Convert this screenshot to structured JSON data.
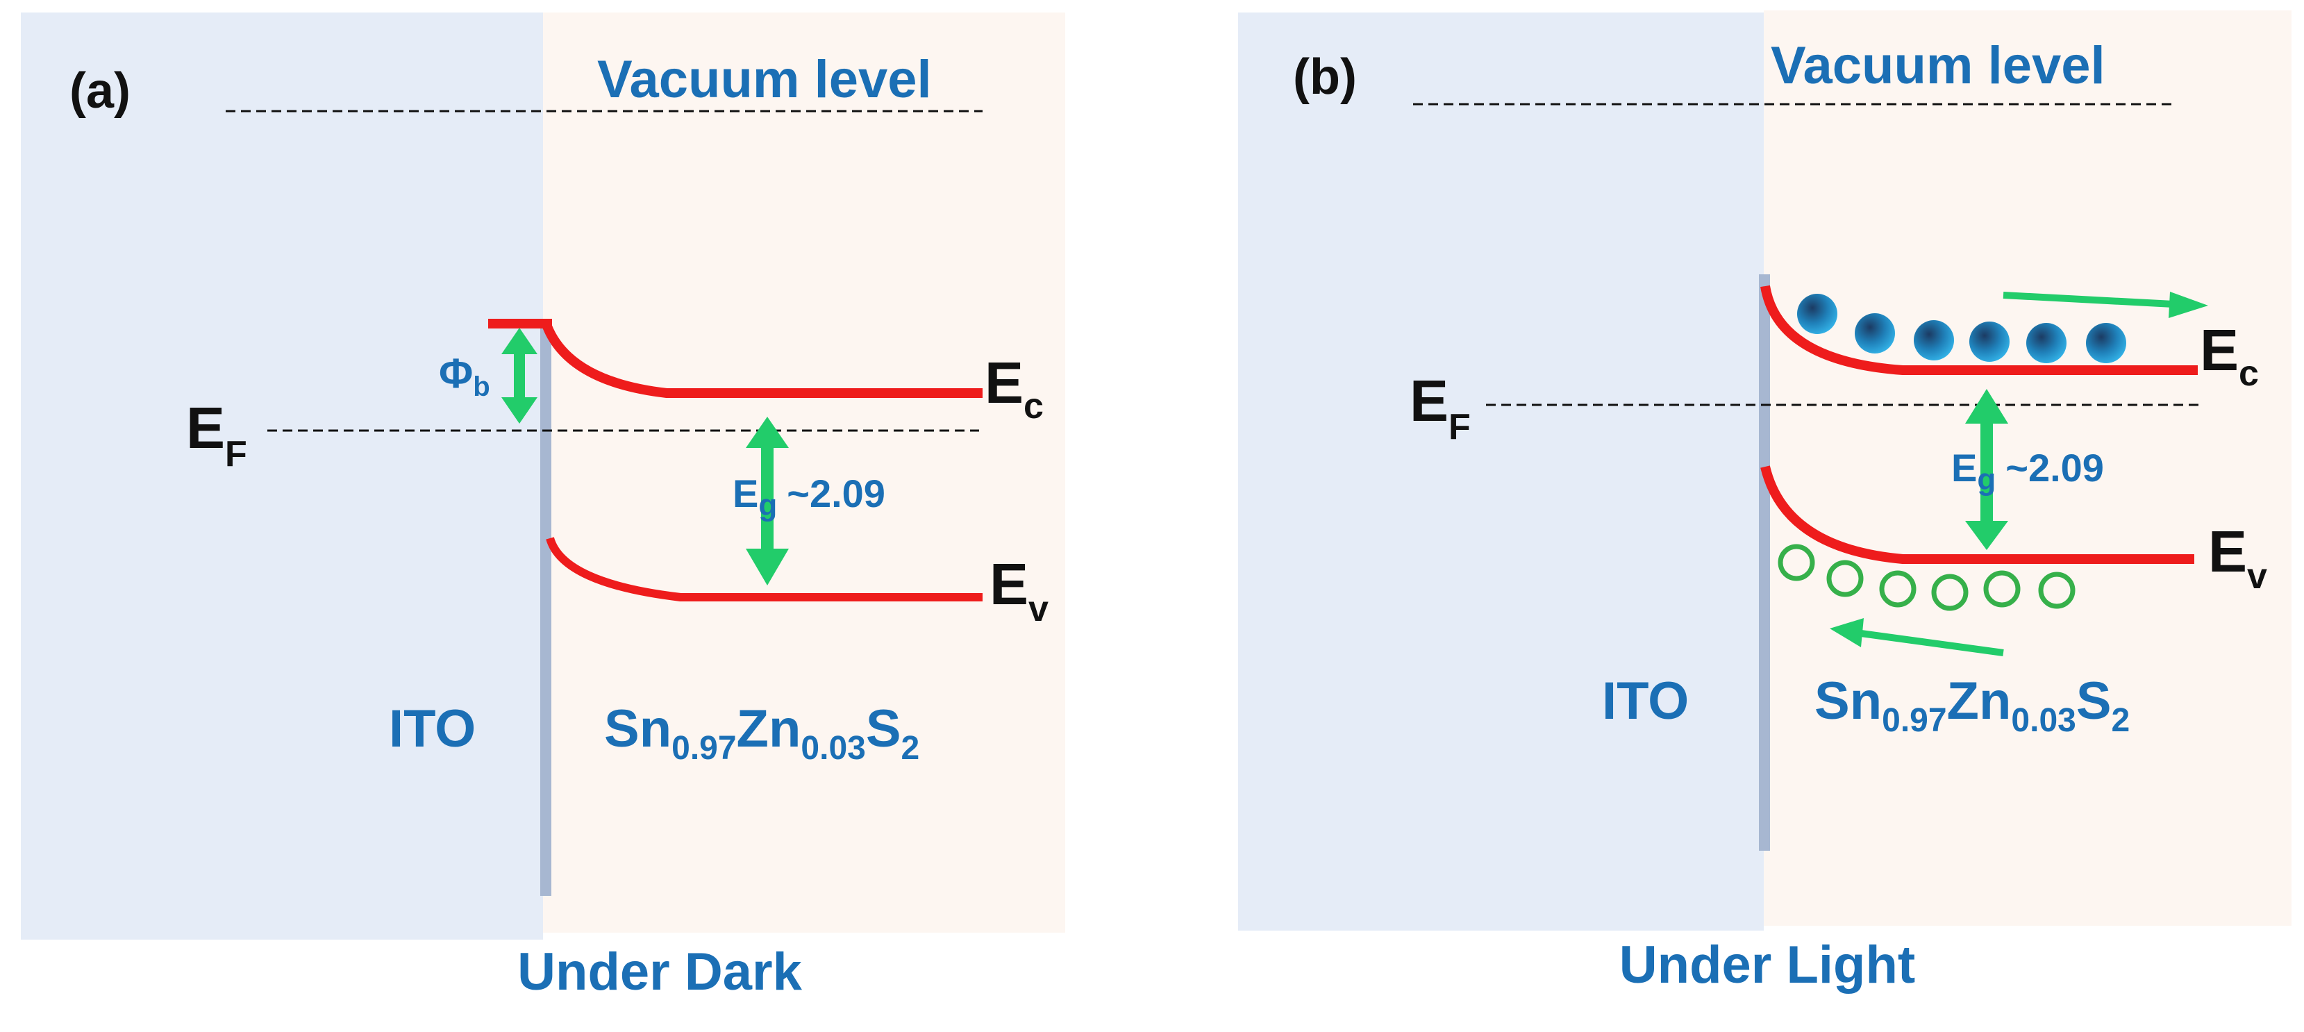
{
  "colors": {
    "ito_bg": "#e5ecf7",
    "semi_bg": "#fdf6f1",
    "band": "#ee1c1c",
    "arrow": "#22cc6a",
    "blue_text": "#1b6fb5",
    "black_text": "#111111",
    "electron": "#29abe2",
    "hole": "#36b04a",
    "interface": "#a7b7d1"
  },
  "panel_a": {
    "label": "(a)",
    "vacuum": "Vacuum level",
    "ef_main": "E",
    "ef_sub": "F",
    "ec_main": "E",
    "ec_sub": "c",
    "ev_main": "E",
    "ev_sub": "v",
    "phi_main": "Φ",
    "phi_sub": "b",
    "eg_main": "E",
    "eg_sub": "g",
    "eg_value": "~2.09",
    "ito": "ITO",
    "mat_1": "Sn",
    "mat_2": "0.97",
    "mat_3": "Zn",
    "mat_4": "0.03",
    "mat_5": "S",
    "mat_6": "2",
    "caption": "Under Dark"
  },
  "panel_b": {
    "label": "(b)",
    "vacuum": "Vacuum level",
    "ef_main": "E",
    "ef_sub": "F",
    "ec_main": "E",
    "ec_sub": "c",
    "ev_main": "E",
    "ev_sub": "v",
    "eg_main": "E",
    "eg_sub": "g",
    "eg_value": "~2.09",
    "ito": "ITO",
    "mat_1": "Sn",
    "mat_2": "0.97",
    "mat_3": "Zn",
    "mat_4": "0.03",
    "mat_5": "S",
    "mat_6": "2",
    "caption": "Under Light"
  }
}
